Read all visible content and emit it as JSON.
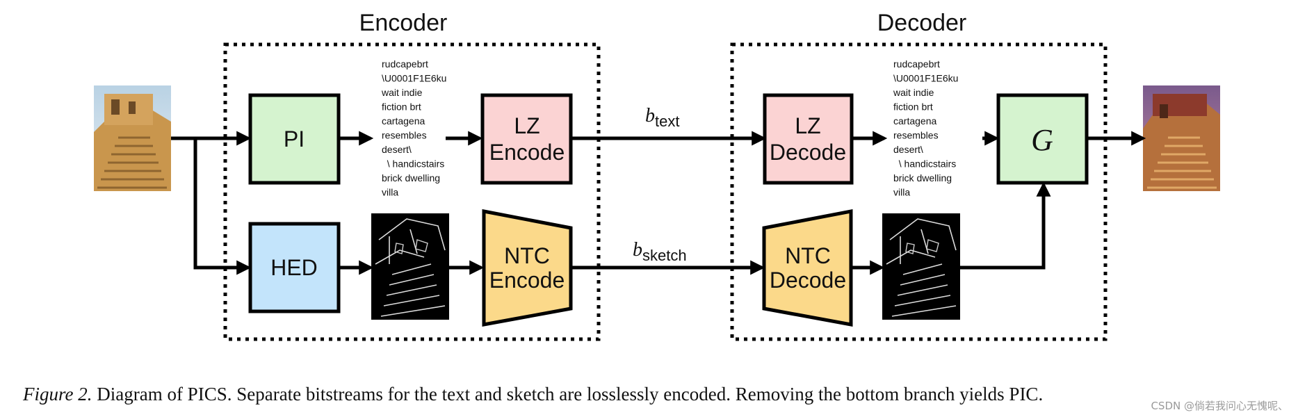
{
  "groups": {
    "encoder_title": "Encoder",
    "decoder_title": "Decoder"
  },
  "blocks": {
    "pi": "PI",
    "hed": "HED",
    "lz_encode": [
      "LZ",
      "Encode"
    ],
    "ntc_encode": [
      "NTC",
      "Encode"
    ],
    "lz_decode": [
      "LZ",
      "Decode"
    ],
    "ntc_decode": [
      "NTC",
      "Decode"
    ],
    "generator": "G"
  },
  "tokens": [
    "rudcapebrt",
    "\\U0001F1E6ku",
    "wait indie",
    "fiction brt",
    "cartagena",
    "resembles",
    "desert\\",
    "  \\ handicstairs",
    "brick dwelling",
    "villa"
  ],
  "bitstreams": {
    "text_base": "b",
    "text_sub": "text",
    "sketch_base": "b",
    "sketch_sub": "sketch"
  },
  "caption": {
    "label": "Figure 2.",
    "text": " Diagram of PICS. Separate bitstreams for the text and sketch are losslessly encoded. Removing the bottom branch yields PIC."
  },
  "watermark": "CSDN @倘若我问心无愧呢、",
  "colors": {
    "pi": "#d5f3cf",
    "hed": "#c3e4fb",
    "lz": "#fbd3d3",
    "ntc": "#fbd98a",
    "g": "#d5f3cf"
  }
}
